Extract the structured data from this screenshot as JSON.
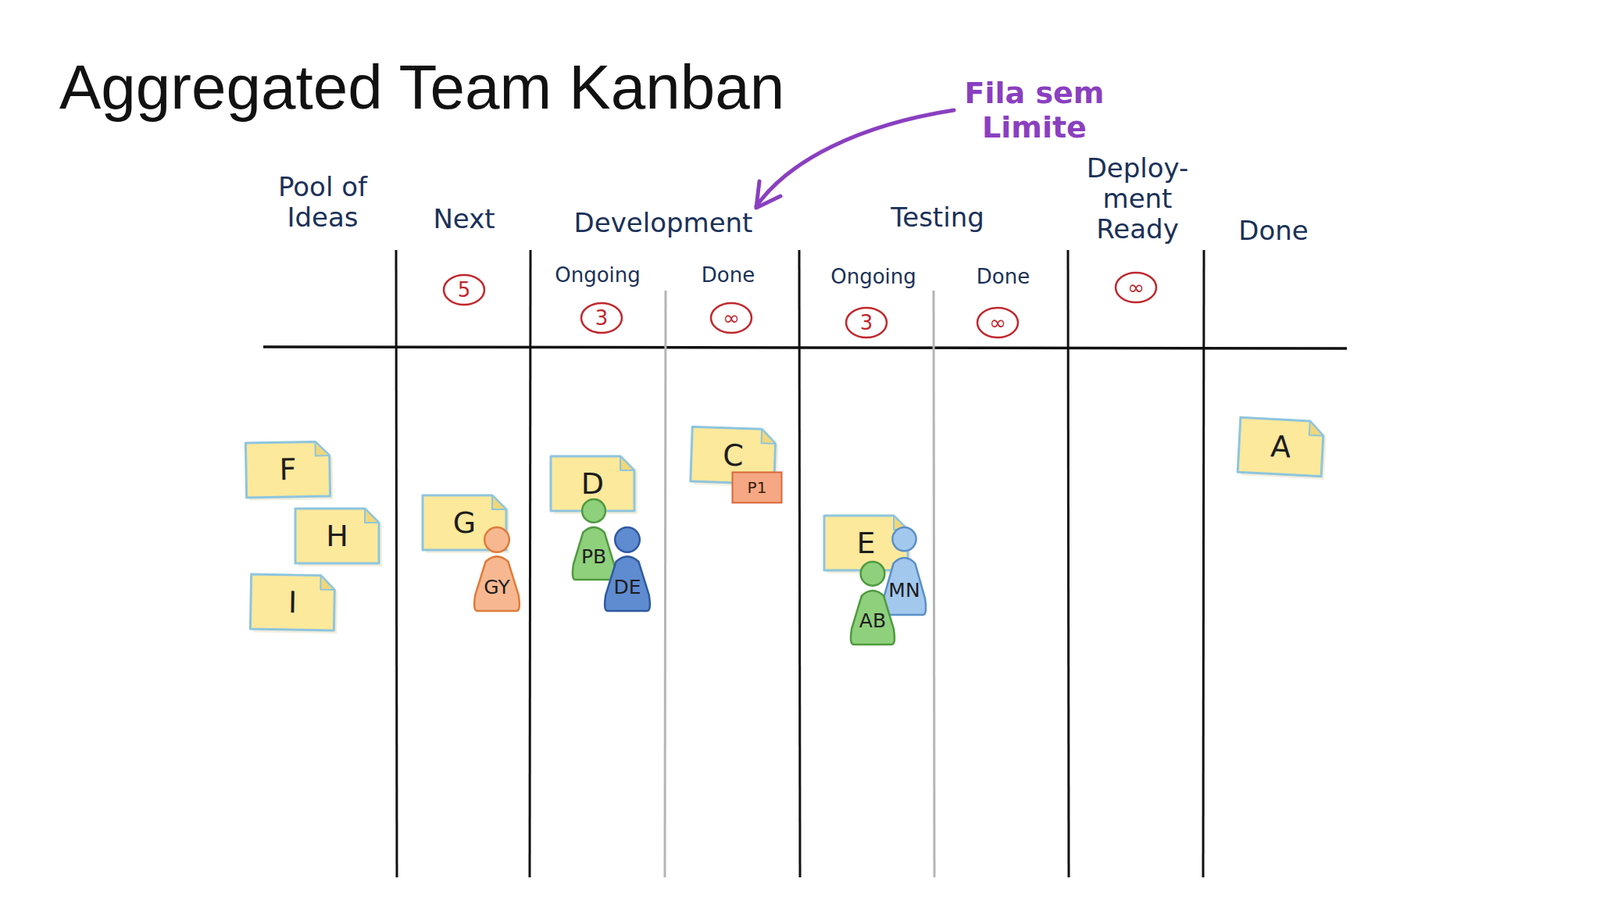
{
  "diagram": {
    "title": "Aggregated Team Kanban",
    "nodes": [
      {
        "text": [
          "5"
        ]
      },
      {
        "text": [
          "3"
        ]
      },
      {
        "text": [
          "∞"
        ]
      },
      {
        "text": [
          "3"
        ]
      },
      {
        "text": [
          "∞"
        ]
      },
      {
        "text": [
          "∞"
        ]
      },
      {
        "text": [
          "F"
        ]
      },
      {
        "text": [
          "H"
        ]
      },
      {
        "text": [
          "I"
        ]
      },
      {
        "text": [
          "G"
        ]
      },
      {
        "text": [
          "GY"
        ]
      },
      {
        "text": [
          "D"
        ]
      },
      {
        "text": [
          "PB"
        ]
      },
      {
        "text": [
          "DE"
        ]
      },
      {
        "text": [
          "C"
        ]
      },
      {
        "text": [
          "P1"
        ]
      },
      {
        "text": [
          "E"
        ]
      },
      {
        "text": [
          "MN"
        ]
      },
      {
        "text": [
          "AB"
        ]
      },
      {
        "text": [
          "A"
        ]
      }
    ],
    "labels": [
      "Fila sem Limite",
      "Pool of Ideas",
      "Next",
      "Development",
      "Testing",
      "Deploy- ment Ready",
      "Done",
      "Ongoing",
      "Done",
      "Ongoing",
      "Done"
    ]
  }
}
